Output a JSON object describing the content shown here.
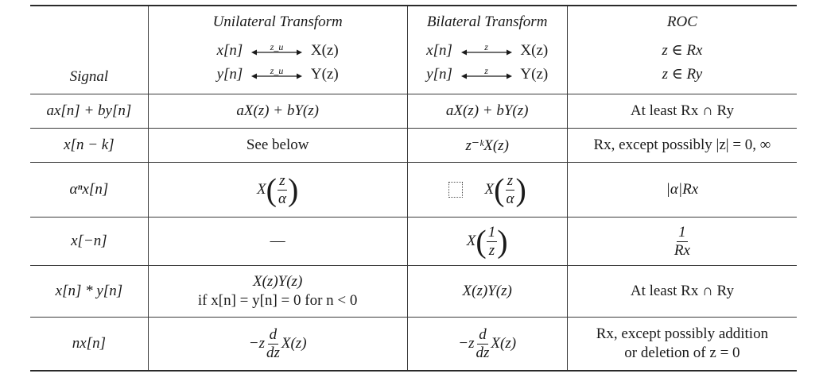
{
  "header": {
    "signal": "Signal",
    "unilateral": {
      "title": "Unilateral Transform",
      "pair1_left": "x[n]",
      "pair1_arrow": "z_u",
      "pair1_right": "X(z)",
      "pair2_left": "y[n]",
      "pair2_arrow": "z_u",
      "pair2_right": "Y(z)"
    },
    "bilateral": {
      "title": "Bilateral Transform",
      "pair1_left": "x[n]",
      "pair1_arrow": "z",
      "pair1_right": "X(z)",
      "pair2_left": "y[n]",
      "pair2_arrow": "z",
      "pair2_right": "Y(z)"
    },
    "roc": {
      "title": "ROC",
      "line1": "z ∈ Rx",
      "line2": "z ∈ Ry"
    }
  },
  "rows": [
    {
      "signal": "ax[n] + by[n]",
      "unilateral": "aX(z) + bY(z)",
      "bilateral": "aX(z) + bY(z)",
      "roc": "At least Rx ∩ Ry"
    },
    {
      "signal": "x[n − k]",
      "unilateral": "See below",
      "bilateral": "z⁻ᵏX(z)",
      "roc": "Rx, except possibly |z| = 0, ∞"
    },
    {
      "signal": "αⁿx[n]",
      "unilateral_prefix": "X",
      "unilateral_num": "z",
      "unilateral_den": "α",
      "bilateral_prefix": "X",
      "bilateral_num": "z",
      "bilateral_den": "α",
      "roc": "|α|Rx"
    },
    {
      "signal": "x[−n]",
      "unilateral": "—",
      "bilateral_prefix": "X",
      "bilateral_num": "1",
      "bilateral_den": "z",
      "roc_num": "1",
      "roc_den": "Rx"
    },
    {
      "signal": "x[n] * y[n]",
      "unilateral_line1": "X(z)Y(z)",
      "unilateral_line2": "if x[n] = y[n] = 0   for n < 0",
      "bilateral": "X(z)Y(z)",
      "roc": "At least Rx ∩ Ry"
    },
    {
      "signal": "nx[n]",
      "unilateral_prefix": "−z",
      "unilateral_num": "d",
      "unilateral_den": "dz",
      "unilateral_suffix": "X(z)",
      "bilateral_prefix": "−z",
      "bilateral_num": "d",
      "bilateral_den": "dz",
      "bilateral_suffix": "X(z)",
      "roc_line1": "Rx, except possibly addition",
      "roc_line2": "or deletion of z = 0"
    }
  ]
}
